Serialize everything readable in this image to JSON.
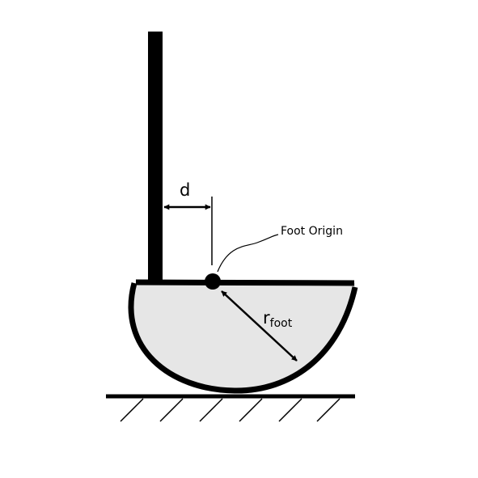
{
  "labels": {
    "offset": "d",
    "foot_origin": "Foot Origin",
    "radius_main": "r",
    "radius_sub": "foot"
  },
  "colors": {
    "stroke": "#000000",
    "foot_fill": "#e6e6e6",
    "background": "#ffffff"
  }
}
